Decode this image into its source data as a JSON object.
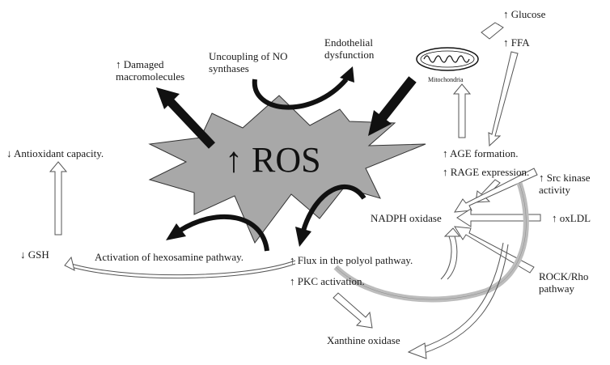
{
  "center": {
    "label": "↑ ROS"
  },
  "nodes": {
    "damaged": [
      "↑ Damaged",
      "macromolecules"
    ],
    "uncoupling": [
      "Uncoupling of NO",
      "synthases"
    ],
    "endothelial": [
      "Endothelial",
      "dysfunction"
    ],
    "glucose": "↑ Glucose",
    "ffa": "↑ FFA",
    "mitochondria": "Mitochondria",
    "antioxidant": "↓ Antioxidant capacity.",
    "age": "↑ AGE formation.",
    "rage": "↑ RAGE expression.",
    "src": [
      "↑ Src kinase",
      "activity"
    ],
    "nadph": "NADPH oxidase",
    "oxldl": "↑ oxLDL",
    "gsh": "↓ GSH",
    "hexosamine": "Activation of hexosamine pathway.",
    "polyol": "↑ Flux in the polyol pathway.",
    "pkc": "↑ PKC activation.",
    "rock": [
      "ROCK/Rho",
      "pathway"
    ],
    "xanthine": "Xanthine oxidase"
  },
  "colors": {
    "burst_fill": "#a8a8a8",
    "burst_stroke": "#333333",
    "arrow_black": "#111111",
    "arrow_outline": "#555555",
    "arrow_gray": "#bdbdbd"
  }
}
